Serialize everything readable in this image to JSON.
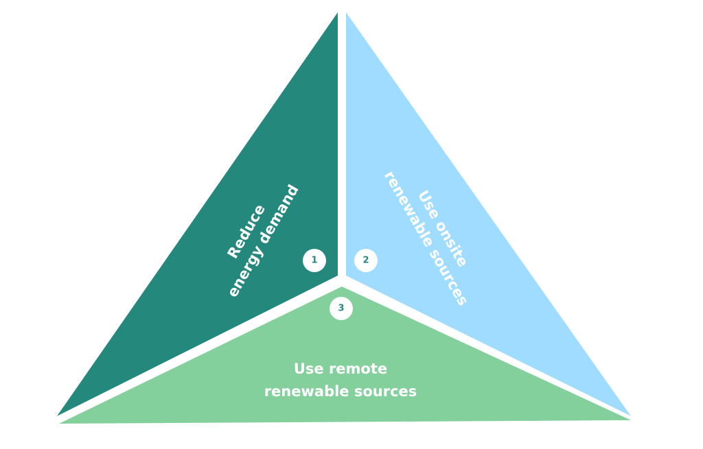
{
  "colors": {
    "left_segment": "#25887c",
    "right_segment": "#9fdcff",
    "bottom_segment": "#84d09c",
    "label_text": "#ffffff",
    "badge_background": "#ffffff",
    "badge_text": "#25887c",
    "background": "#ffffff"
  },
  "segments": [
    {
      "number": "1",
      "label_line1": "Reduce",
      "label_line2": "energy demand"
    },
    {
      "number": "2",
      "label_line1": "Use onsite",
      "label_line2": "renewable sources"
    },
    {
      "number": "3",
      "label_line1": "Use remote",
      "label_line2": "renewable sources"
    }
  ]
}
